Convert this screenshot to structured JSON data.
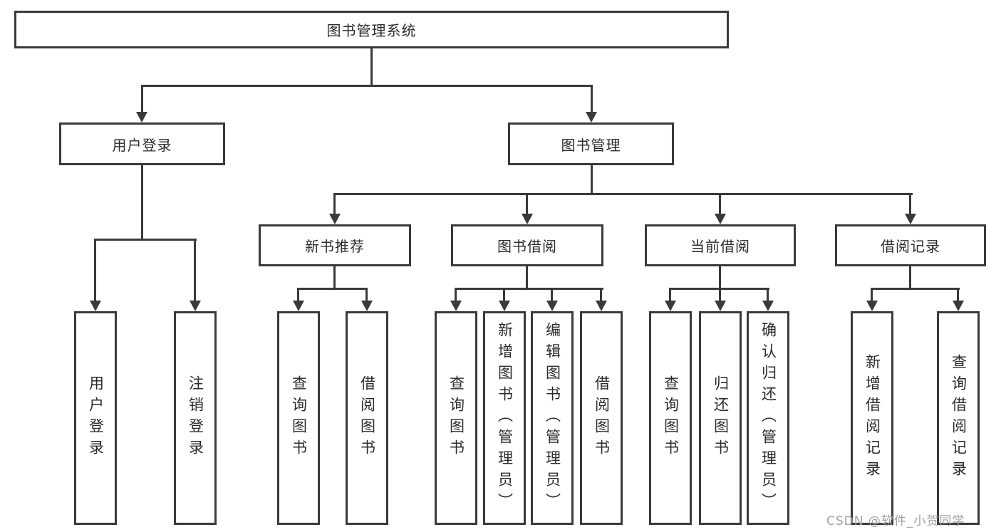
{
  "diagram": {
    "root": {
      "label": "图书管理系统"
    },
    "level1": [
      {
        "id": "user-login",
        "label": "用户登录"
      },
      {
        "id": "book-management",
        "label": "图书管理"
      }
    ],
    "level2": [
      {
        "id": "new-book-recommend",
        "label": "新书推荐"
      },
      {
        "id": "book-borrow",
        "label": "图书借阅"
      },
      {
        "id": "current-borrow",
        "label": "当前借阅"
      },
      {
        "id": "borrow-records",
        "label": "借阅记录"
      }
    ],
    "leaves": [
      {
        "group": "user-login",
        "label": "用户登录"
      },
      {
        "group": "user-login",
        "label": "注销登录"
      },
      {
        "group": "new-book-recommend",
        "label": "查询图书"
      },
      {
        "group": "new-book-recommend",
        "label": "借阅图书"
      },
      {
        "group": "book-borrow",
        "label": "查询图书"
      },
      {
        "group": "book-borrow",
        "label": "新增图书（管理员）"
      },
      {
        "group": "book-borrow",
        "label": "编辑图书（管理员）"
      },
      {
        "group": "book-borrow",
        "label": "借阅图书"
      },
      {
        "group": "current-borrow",
        "label": "查询图书"
      },
      {
        "group": "current-borrow",
        "label": "归还图书"
      },
      {
        "group": "current-borrow",
        "label": "确认归还（管理员）"
      },
      {
        "group": "borrow-records",
        "label": "新增借阅记录"
      },
      {
        "group": "borrow-records",
        "label": "查询借阅记录"
      }
    ],
    "colors": {
      "line": "#3a3a3a",
      "text": "#2b2b2b",
      "watermark": "#a2a2a2",
      "background": "#ffffff"
    }
  },
  "watermark": "CSDN @软件_小贺同学"
}
